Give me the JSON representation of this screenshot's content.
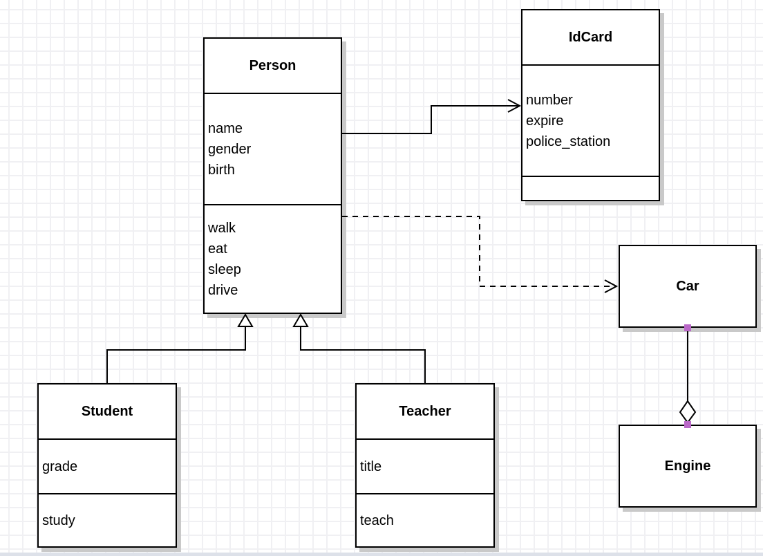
{
  "diagram": {
    "type": "uml-class-diagram",
    "classes": [
      {
        "name": "Person",
        "attributes": [
          "name",
          "gender",
          "birth"
        ],
        "methods": [
          "walk",
          "eat",
          "sleep",
          "drive"
        ]
      },
      {
        "name": "IdCard",
        "attributes": [
          "number",
          "expire",
          "police_station"
        ],
        "methods": []
      },
      {
        "name": "Car",
        "attributes": [],
        "methods": []
      },
      {
        "name": "Engine",
        "attributes": [],
        "methods": []
      },
      {
        "name": "Student",
        "attributes": [
          "grade"
        ],
        "methods": [
          "study"
        ]
      },
      {
        "name": "Teacher",
        "attributes": [
          "title"
        ],
        "methods": [
          "teach"
        ]
      }
    ],
    "relationships": [
      {
        "type": "association",
        "from": "Person",
        "to": "IdCard",
        "line": "solid",
        "arrow": "open"
      },
      {
        "type": "dependency",
        "from": "Person",
        "to": "Car",
        "line": "dashed",
        "arrow": "open"
      },
      {
        "type": "generalization",
        "from": "Student",
        "to": "Person",
        "line": "solid",
        "arrow": "hollow-triangle"
      },
      {
        "type": "generalization",
        "from": "Teacher",
        "to": "Person",
        "line": "solid",
        "arrow": "hollow-triangle"
      },
      {
        "type": "aggregation",
        "from": "Car",
        "to": "Engine",
        "line": "solid",
        "arrow": "hollow-diamond"
      }
    ],
    "colors": {
      "stroke": "#000000",
      "box_fill": "#ffffff",
      "box_shadow": "#c9c9c9",
      "grid_line": "#f0f0f3",
      "handle": "#ba68c8",
      "bottom_edge": "#dde1e9"
    }
  }
}
